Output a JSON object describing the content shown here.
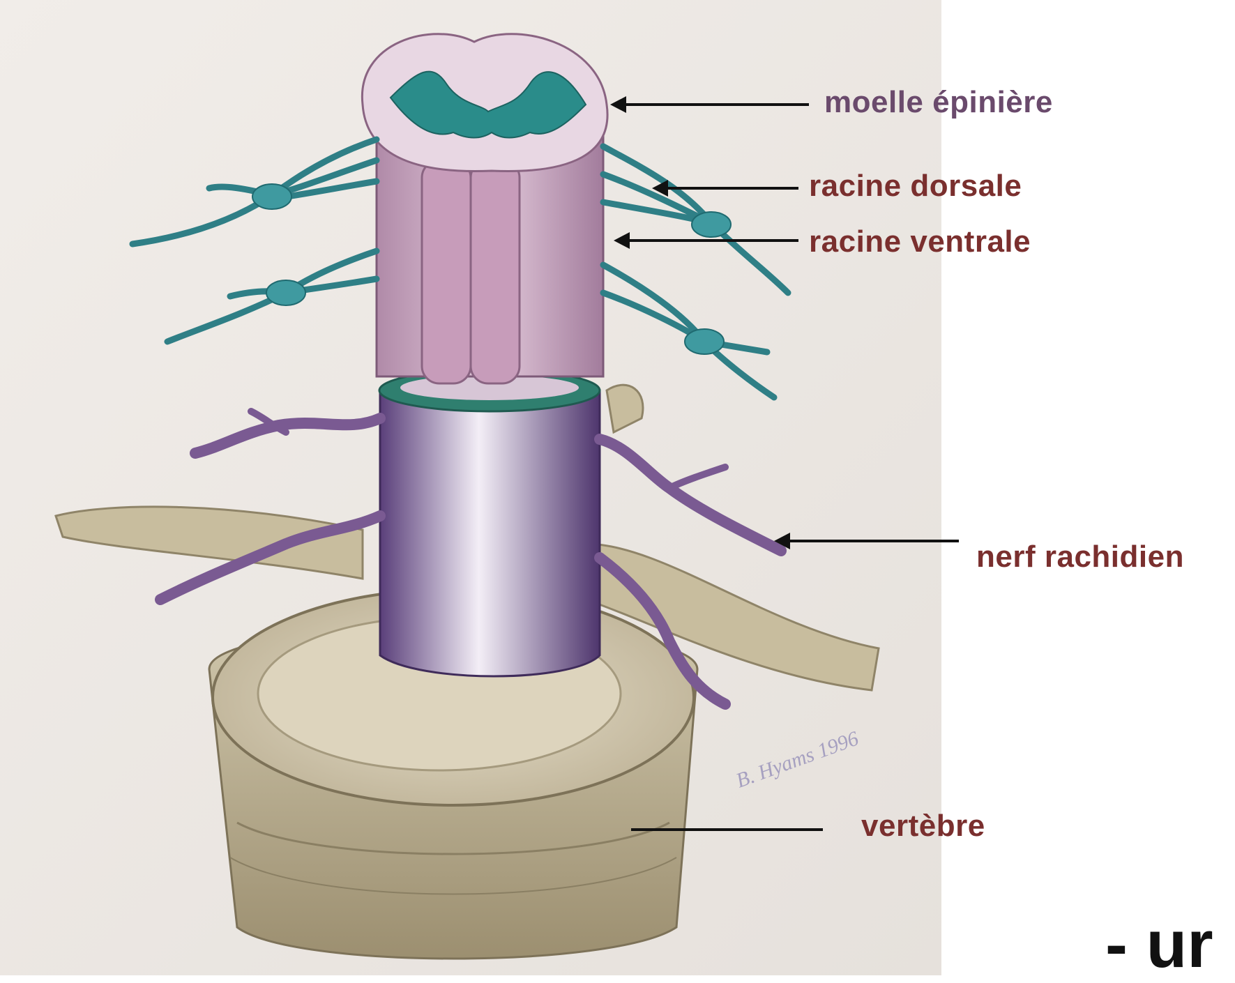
{
  "labels": {
    "moelle": "moelle épinière",
    "racine_dorsale": "racine dorsale",
    "racine_ventrale": "racine ventrale",
    "nerf": "nerf rachidien",
    "vertebre": "vertèbre"
  },
  "signature": "B. Hyams 1996",
  "bottom_fragment": "- ur",
  "colors": {
    "label_purple": "#6a4a6c",
    "label_red": "#7a2f2e",
    "cord": "#d9b8d0",
    "grey_matter": "#2d8c8c",
    "nerve_roots": "#2f7f86",
    "dura": "#8a6aa3",
    "bone": "#c9bea2"
  }
}
